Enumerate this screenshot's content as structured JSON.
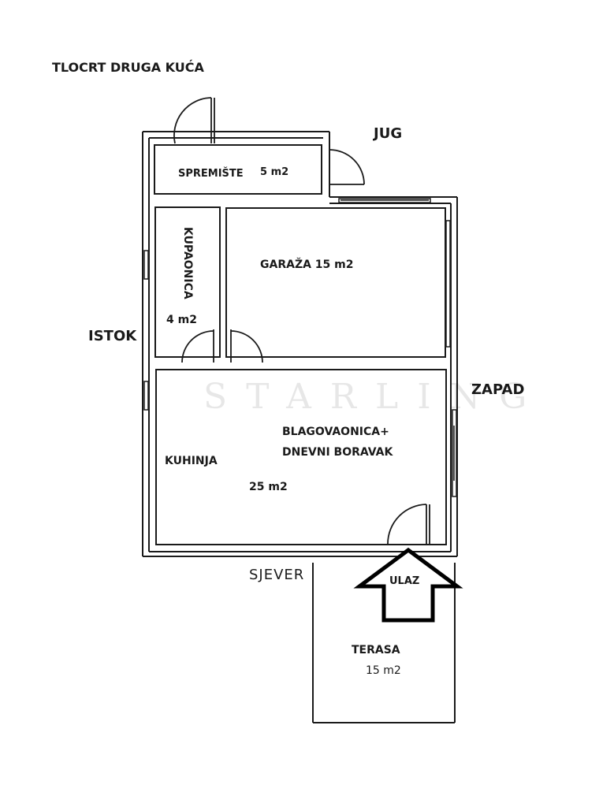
{
  "title": "TLOCRT DRUGA KUĆA",
  "compass": {
    "south": "JUG",
    "east": "ISTOK",
    "west": "ZAPAD",
    "north": "SJEVER"
  },
  "rooms": {
    "storage_name": "SPREMIŠTE",
    "storage_area": "5 m2",
    "bathroom_name": "KUPAONICA",
    "bathroom_area": "4 m2",
    "garage": "GARAŽA 15 m2",
    "living_line1": "BLAGOVAONICA+",
    "living_line2": "DNEVNI BORAVAK",
    "kitchen": "KUHINJA",
    "living_area": "25 m2",
    "terrace_name": "TERASA",
    "terrace_area": "15 m2"
  },
  "entrance": "ULAZ",
  "watermark": "STARLING",
  "colors": {
    "wall": "#1a1a1a",
    "background": "#ffffff"
  }
}
